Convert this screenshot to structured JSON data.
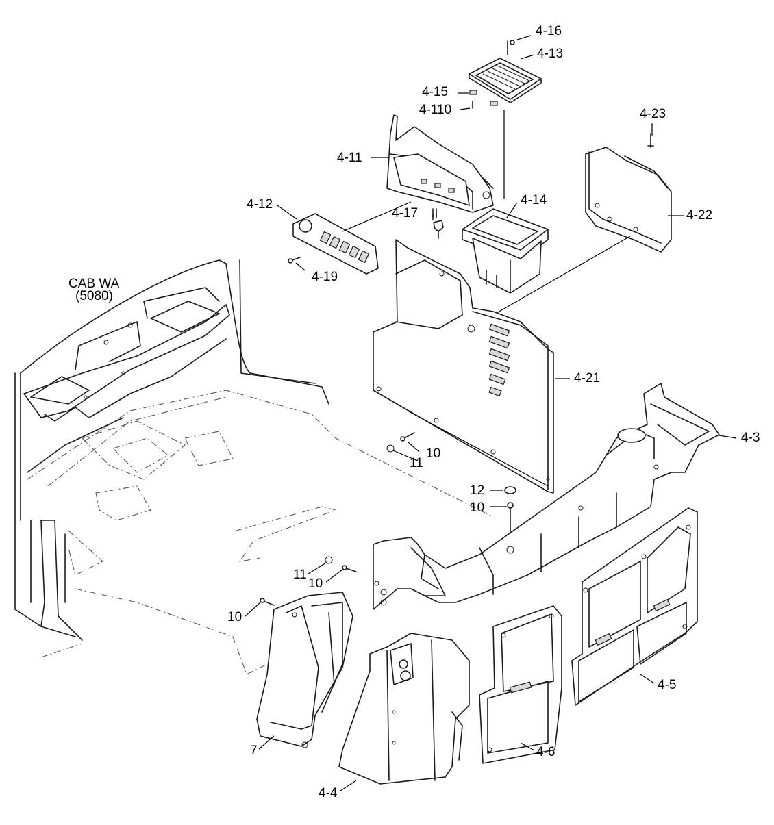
{
  "diagram": {
    "cab_label": "CAB WA",
    "cab_code": "(5080)",
    "callouts": [
      {
        "id": "4-16",
        "text": "4-16"
      },
      {
        "id": "4-13",
        "text": "4-13"
      },
      {
        "id": "4-15",
        "text": "4-15"
      },
      {
        "id": "4-110",
        "text": "4-110"
      },
      {
        "id": "4-23",
        "text": "4-23"
      },
      {
        "id": "4-11",
        "text": "4-11"
      },
      {
        "id": "4-14",
        "text": "4-14"
      },
      {
        "id": "4-12",
        "text": "4-12"
      },
      {
        "id": "4-17",
        "text": "4-17"
      },
      {
        "id": "4-22",
        "text": "4-22"
      },
      {
        "id": "4-19",
        "text": "4-19"
      },
      {
        "id": "4-21",
        "text": "4-21"
      },
      {
        "id": "4-3",
        "text": "4-3"
      },
      {
        "id": "10-a",
        "text": "10"
      },
      {
        "id": "11-a",
        "text": "11"
      },
      {
        "id": "12",
        "text": "12"
      },
      {
        "id": "10-b",
        "text": "10"
      },
      {
        "id": "11-b",
        "text": "11"
      },
      {
        "id": "10-c",
        "text": "10"
      },
      {
        "id": "10-d",
        "text": "10"
      },
      {
        "id": "4-5",
        "text": "4-5"
      },
      {
        "id": "7",
        "text": "7"
      },
      {
        "id": "4-6",
        "text": "4-6"
      },
      {
        "id": "4-4",
        "text": "4-4"
      }
    ]
  }
}
